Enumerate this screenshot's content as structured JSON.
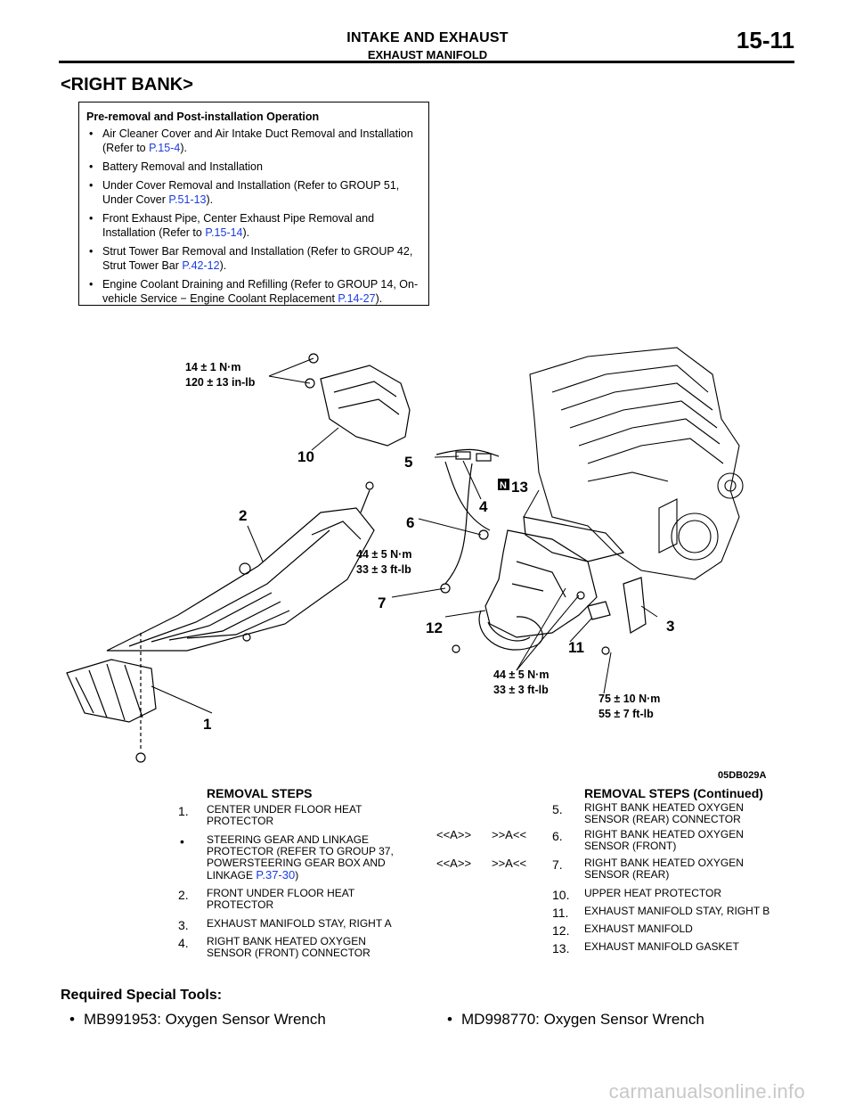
{
  "header": {
    "title": "INTAKE AND EXHAUST",
    "subtitle": "EXHAUST MANIFOLD",
    "page_number": "15-11"
  },
  "section_title": "<RIGHT BANK>",
  "pre_removal": {
    "title": "Pre-removal and Post-installation Operation",
    "items": [
      {
        "text": "Air Cleaner Cover and Air Intake Duct Removal and Installation (Refer to ",
        "ref": "P.15-4",
        "after": ")."
      },
      {
        "text": "Battery Removal and Installation",
        "ref": "",
        "after": ""
      },
      {
        "text": "Under Cover Removal and Installation (Refer to GROUP 51, Under Cover ",
        "ref": "P.51-13",
        "after": ")."
      },
      {
        "text": "Front Exhaust Pipe, Center Exhaust Pipe Removal and Installation (Refer to ",
        "ref": "P.15-14",
        "after": ")."
      },
      {
        "text": "Strut Tower Bar Removal and Installation (Refer to GROUP 42, Strut Tower Bar ",
        "ref": "P.42-12",
        "after": ")."
      },
      {
        "text": "Engine Coolant Draining and Refilling (Refer to GROUP 14, On-vehicle Service − Engine Coolant Replacement ",
        "ref": "P.14-27",
        "after": ")."
      }
    ]
  },
  "diagram": {
    "figure_code": "05DB029A",
    "torque_top_1": "14 ± 1 N·m",
    "torque_top_2": "120 ± 13 in-lb",
    "torque_mid_1": "44 ± 5 N·m",
    "torque_mid_2": "33 ± 3 ft-lb",
    "torque_low_1": "44 ± 5 N·m",
    "torque_low_2": "33 ± 3 ft-lb",
    "torque_stay_1": "75 ± 10 N·m",
    "torque_stay_2": "55 ± 7 ft-lb",
    "new_mark": "N",
    "callouts": {
      "c1": "1",
      "c2": "2",
      "c3": "3",
      "c4": "4",
      "c5": "5",
      "c6": "6",
      "c7": "7",
      "c10": "10",
      "c11": "11",
      "c12": "12",
      "c13": "13"
    }
  },
  "removal_steps": {
    "heading": "REMOVAL STEPS",
    "heading_cont": "REMOVAL STEPS (Continued)",
    "left": [
      {
        "num": "1.",
        "lines": [
          "CENTER UNDER FLOOR HEAT",
          "PROTECTOR"
        ]
      },
      {
        "num": "•",
        "lines": [
          "STEERING GEAR AND LINKAGE",
          "PROTECTOR (REFER TO GROUP 37,",
          "POWERSTEERING GEAR BOX AND",
          "LINKAGE "
        ],
        "ref": "P.37-30",
        "after": ")"
      },
      {
        "num": "2.",
        "lines": [
          "FRONT UNDER FLOOR HEAT",
          "PROTECTOR"
        ]
      },
      {
        "num": "3.",
        "lines": [
          "EXHAUST MANIFOLD STAY, RIGHT A"
        ]
      },
      {
        "num": "4.",
        "lines": [
          "RIGHT BANK HEATED OXYGEN",
          "SENSOR (FRONT) CONNECTOR"
        ]
      }
    ],
    "right": [
      {
        "num": "5.",
        "tag_left": "",
        "tag_right": "",
        "lines": [
          "RIGHT BANK HEATED OXYGEN",
          "SENSOR (REAR) CONNECTOR"
        ]
      },
      {
        "num": "6.",
        "tag_left": "<<A>>",
        "tag_right": ">>A<<",
        "lines": [
          "RIGHT BANK HEATED OXYGEN",
          "SENSOR (FRONT)"
        ]
      },
      {
        "num": "7.",
        "tag_left": "<<A>>",
        "tag_right": ">>A<<",
        "lines": [
          "RIGHT BANK HEATED OXYGEN",
          "SENSOR (REAR)"
        ]
      },
      {
        "num": "10.",
        "tag_left": "",
        "tag_right": "",
        "lines": [
          "UPPER HEAT PROTECTOR"
        ]
      },
      {
        "num": "11.",
        "tag_left": "",
        "tag_right": "",
        "lines": [
          "EXHAUST MANIFOLD STAY, RIGHT B"
        ]
      },
      {
        "num": "12.",
        "tag_left": "",
        "tag_right": "",
        "lines": [
          "EXHAUST MANIFOLD"
        ]
      },
      {
        "num": "13.",
        "tag_left": "",
        "tag_right": "",
        "lines": [
          "EXHAUST MANIFOLD GASKET"
        ]
      }
    ]
  },
  "special_tools": {
    "heading": "Required Special Tools:",
    "items": [
      "MB991953: Oxygen Sensor Wrench",
      "MD998770: Oxygen Sensor Wrench"
    ]
  },
  "watermark": "carmanualsonline.info",
  "colors": {
    "link": "#1a3ce0",
    "watermark": "#c8c8c8"
  }
}
